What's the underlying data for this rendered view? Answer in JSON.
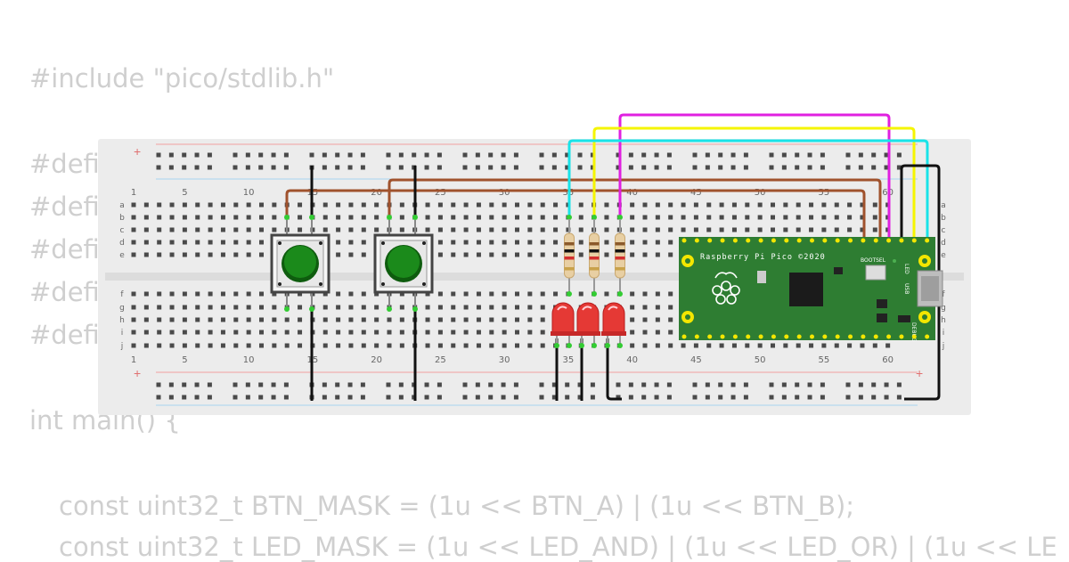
{
  "code": {
    "include": "#include \"pico/stdlib.h\"",
    "defines": [
      "#defi",
      "#defi",
      "#defi",
      "#defi",
      "#defi"
    ],
    "main_sig": "int main() {",
    "btn_mask": "const uint32_t BTN_MASK = (1u << BTN_A) | (1u << BTN_B);",
    "led_mask": "const uint32_t LED_MASK = (1u << LED_AND) | (1u << LED_OR) | (1u << LE"
  },
  "breadboard": {
    "column_numbers": [
      "1",
      "5",
      "10",
      "15",
      "20",
      "25",
      "30",
      "35",
      "40",
      "45",
      "50",
      "55",
      "60"
    ],
    "row_letters_top": [
      "a",
      "b",
      "c",
      "d",
      "e"
    ],
    "row_letters_bottom": [
      "f",
      "g",
      "h",
      "i",
      "j"
    ],
    "plus_label": "+",
    "minus_label": "−"
  },
  "pico": {
    "title": "Raspberry Pi Pico ©2020",
    "bootsel": "BOOTSEL",
    "led_label": "LED",
    "usb_label": "USB",
    "debug_label": "DEBUG"
  },
  "colors": {
    "breadboard": "#ececec",
    "pico_green": "#2e7d32",
    "button_green": "#1b7a1b",
    "led_red": "#e53935",
    "wire_brown": "#a0522d",
    "wire_magenta": "#e020e0",
    "wire_yellow": "#f5f500",
    "wire_cyan": "#19e3e8",
    "wire_black": "#111111"
  }
}
